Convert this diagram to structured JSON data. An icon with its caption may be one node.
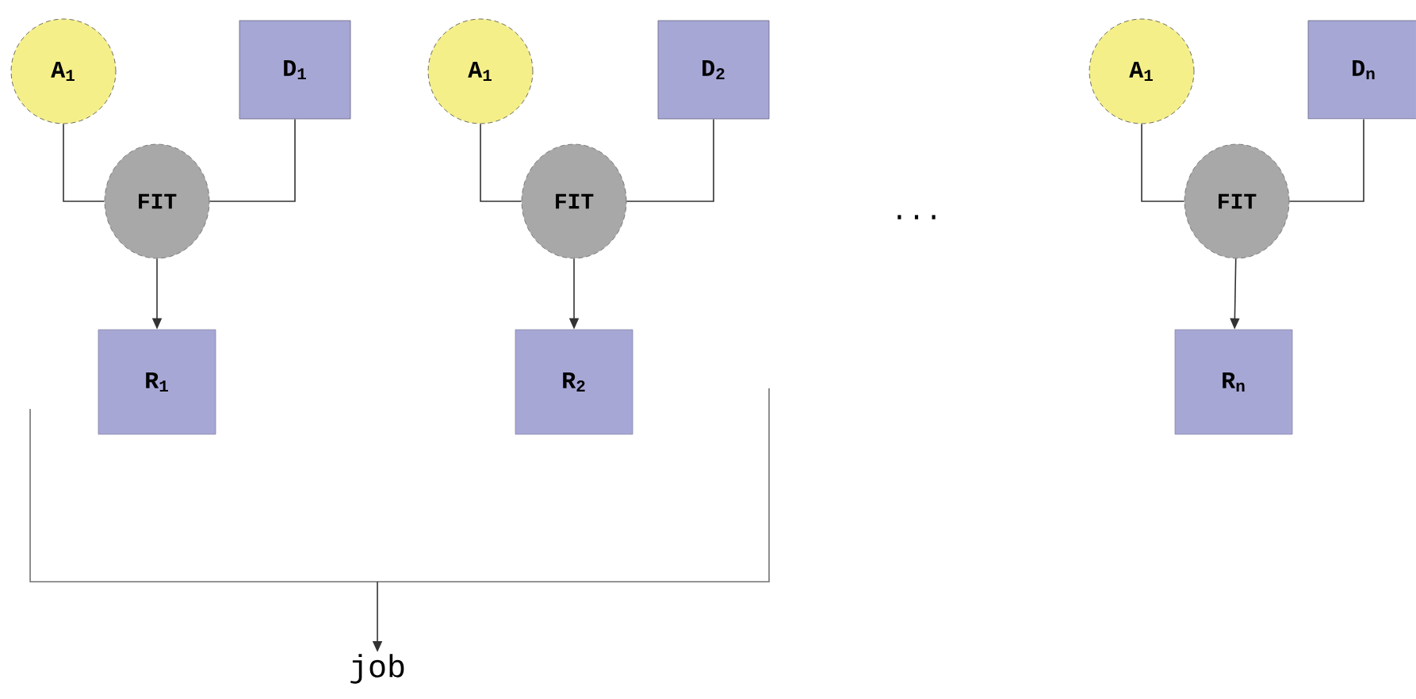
{
  "diagram": {
    "nodes": [
      {
        "text": [
          "A$_{1}$"
        ]
      },
      {
        "text": [
          "D$_{1}$"
        ]
      },
      {
        "text": [
          "FIT"
        ]
      },
      {
        "text": [
          "R$_{1}$"
        ]
      },
      {
        "text": [
          "A$_{1}$"
        ]
      },
      {
        "text": [
          "D$_{2}$"
        ]
      },
      {
        "text": [
          "FIT"
        ]
      },
      {
        "text": [
          "R$_{2}$"
        ]
      },
      {
        "text": [
          "A$_{1}$"
        ]
      },
      {
        "text": [
          "D$_{n}$"
        ]
      },
      {
        "text": [
          "FIT"
        ]
      },
      {
        "text": [
          "R$_{n}$"
        ]
      },
      {
        "text": [],
        "shape": "bracket"
      },
      {
        "text": [
          "job"
        ]
      }
    ],
    "edges": [
      {
        "from": 0,
        "to": 2,
        "arrow": "none"
      },
      {
        "from": 1,
        "to": 2,
        "arrow": "none"
      },
      {
        "from": 2,
        "to": 3,
        "arrow": "to"
      },
      {
        "from": 4,
        "to": 6,
        "arrow": "none"
      },
      {
        "from": 5,
        "to": 6,
        "arrow": "none"
      },
      {
        "from": 6,
        "to": 7,
        "arrow": "to"
      },
      {
        "from": 8,
        "to": 10,
        "arrow": "none"
      },
      {
        "from": 9,
        "to": 10,
        "arrow": "none"
      },
      {
        "from": 10,
        "to": 11,
        "arrow": "to"
      },
      {
        "from": 12,
        "to": 13,
        "arrow": "to"
      }
    ],
    "labels": [
      "..."
    ]
  }
}
